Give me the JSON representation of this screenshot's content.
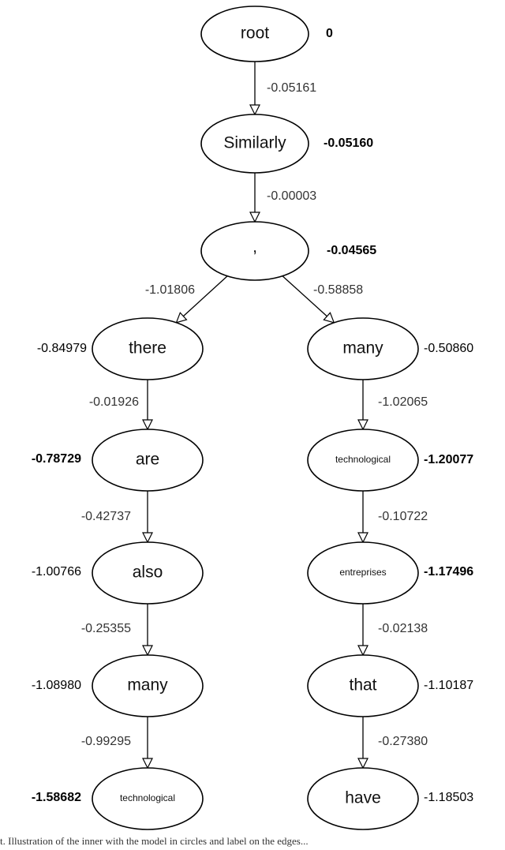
{
  "nodes": [
    {
      "id": "root",
      "label": "root",
      "score": "0",
      "bold": true
    },
    {
      "id": "similarly",
      "label": "Similarly",
      "score": "-0.05160",
      "bold": true
    },
    {
      "id": "comma",
      "label": ",",
      "score": "-0.04565",
      "bold": true
    },
    {
      "id": "there",
      "label": "there",
      "score": "-0.84979",
      "bold": true
    },
    {
      "id": "are",
      "label": "are",
      "score": "-0.78729",
      "bold": true
    },
    {
      "id": "also",
      "label": "also",
      "score": "-1.00766",
      "bold": true
    },
    {
      "id": "many_left",
      "label": "many",
      "score": "-1.08980",
      "bold": true
    },
    {
      "id": "technological_left",
      "label": "technological",
      "score": "-1.58682",
      "bold": true
    },
    {
      "id": "many_right",
      "label": "many",
      "score": "-0.50860",
      "bold": true
    },
    {
      "id": "technological_right",
      "label": "technological",
      "score": "-1.20077",
      "bold": true
    },
    {
      "id": "entreprises",
      "label": "entreprises",
      "score": "-1.17496",
      "bold": true
    },
    {
      "id": "that",
      "label": "that",
      "score": "-1.10187",
      "bold": true
    },
    {
      "id": "have",
      "label": "have",
      "score": "-1.18503",
      "bold": true
    }
  ],
  "edges": [
    {
      "from": "root",
      "to": "similarly",
      "score": "-0.05161"
    },
    {
      "from": "similarly",
      "to": "comma",
      "score": "-0.00003"
    },
    {
      "from": "comma",
      "to": "there",
      "score": "-1.01806"
    },
    {
      "from": "comma",
      "to": "many_right",
      "score": "-0.58858"
    },
    {
      "from": "there",
      "to": "are",
      "score": "-0.01926"
    },
    {
      "from": "are",
      "to": "also",
      "score": "-0.42737"
    },
    {
      "from": "also",
      "to": "many_left",
      "score": "-0.25355"
    },
    {
      "from": "many_left",
      "to": "technological_left",
      "score": "-0.99295"
    },
    {
      "from": "many_right",
      "to": "technological_right",
      "score": "-1.02065"
    },
    {
      "from": "technological_right",
      "to": "entreprises",
      "score": "-0.10722"
    },
    {
      "from": "entreprises",
      "to": "that",
      "score": "-0.02138"
    },
    {
      "from": "that",
      "to": "have",
      "score": "-0.27380"
    }
  ],
  "caption": "t. Illustration of the inner with the model in circles and label on the edges..."
}
